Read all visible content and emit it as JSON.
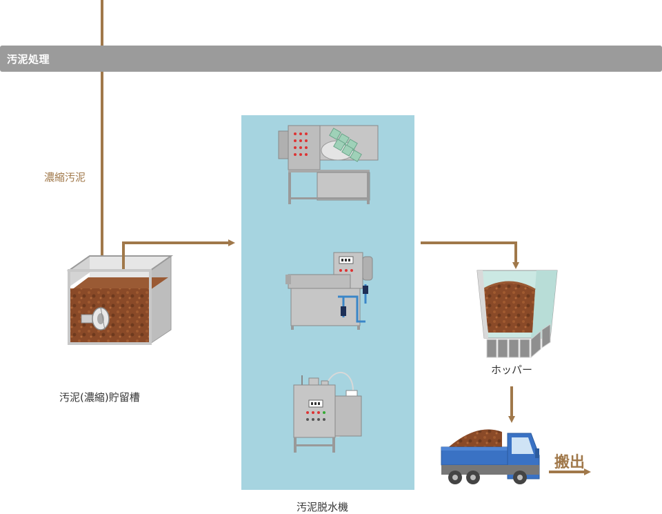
{
  "section": {
    "title": "汚泥処理"
  },
  "flow": {
    "input_label": "濃縮汚泥",
    "output_label": "搬出"
  },
  "nodes": {
    "tank": "汚泥(濃縮)貯留槽",
    "dewatering": "汚泥脱水機",
    "hopper": "ホッパー"
  },
  "colors": {
    "pipe": "#a0784a",
    "header_bar": "#9b9b9b",
    "dewatering_panel": "#a6d4e0",
    "sludge": "#8a4a28",
    "truck": "#3a72c4"
  }
}
